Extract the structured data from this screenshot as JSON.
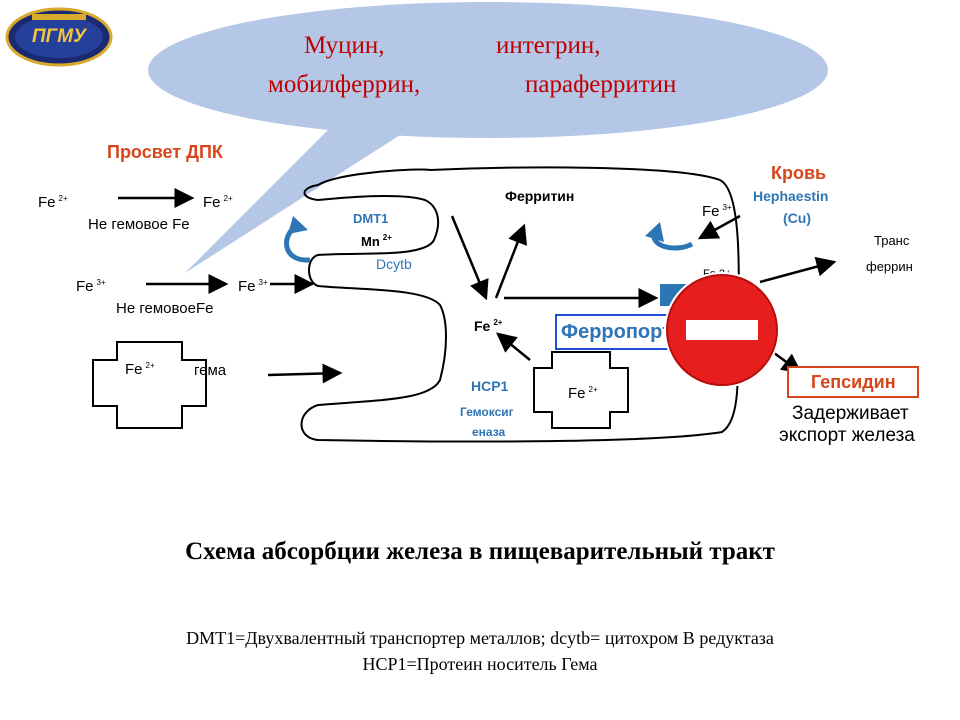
{
  "bubble": {
    "line1_left": "Муцин,",
    "line1_right": "интегрин,",
    "line2_left": "мобилферрин,",
    "line2_right": "параферритин"
  },
  "labels": {
    "lumen": "Просвет ДПК",
    "blood": "Кровь",
    "fe": "Fe",
    "charge_2": "2+",
    "charge_3": "3+",
    "non_heme_1": "Не гемовое Fe",
    "non_heme_2": "Не гемовоеFe",
    "heme": "гема",
    "dmt1": "DMT1",
    "mn": "Mn",
    "dcytb": "Dcytb",
    "ferritin": "Ферритин",
    "hephaestin_1": "Hephaestin",
    "hephaestin_2": "(Cu)",
    "transferrin_1": "Транс",
    "transferrin_2": "феррин",
    "fe2_small": "Fe 2+",
    "hcp1": "HCP1",
    "heme_oxygenase_1": "Гемоксиг",
    "heme_oxygenase_2": "еназа",
    "ferroportin": "Ферропортин",
    "hepcidin": "Гепсидин",
    "delays_1": "Задерживает",
    "delays_2": "экспорт железа"
  },
  "caption": {
    "title": "Схема абсорбции железа в пищеварительный тракт",
    "legend_1": "DMT1=Двухвалентный транспортер металлов; dcytb= цитохром  В редуктаза",
    "legend_2": "HCP1=Протеин носитель Гема"
  },
  "logo": {
    "text": "ПГМУ"
  },
  "colors": {
    "bubble": "#b4c7e7",
    "lumen_label": "#d7461b",
    "blue_label": "#2e75b6",
    "stop_sign": "#e61e1e",
    "ferroportin_border": "#1f4fd6",
    "hepcidin_border": "#d7461b"
  }
}
